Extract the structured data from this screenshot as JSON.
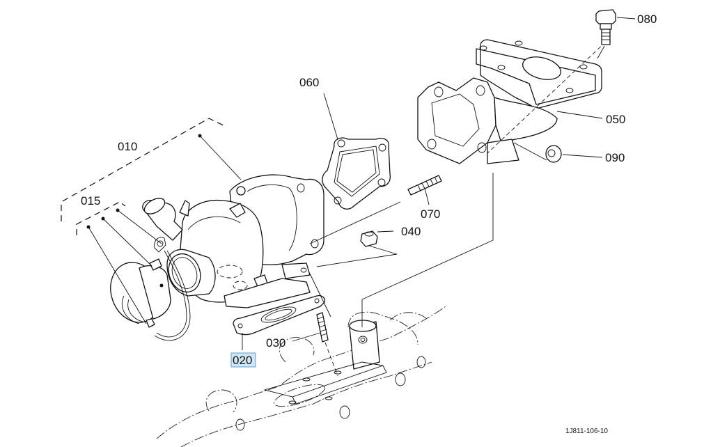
{
  "diagram": {
    "type": "exploded-parts-diagram",
    "subject": "turbocharger assembly",
    "reference_code": "1J811-106-10",
    "selected_callout": "020",
    "selection_color": "#cfe6f7",
    "callouts": [
      {
        "id": "010",
        "label": "010",
        "group": true
      },
      {
        "id": "015",
        "label": "015",
        "group": true
      },
      {
        "id": "020",
        "label": "020",
        "selected": true
      },
      {
        "id": "030",
        "label": "030"
      },
      {
        "id": "040",
        "label": "040"
      },
      {
        "id": "050",
        "label": "050"
      },
      {
        "id": "060",
        "label": "060"
      },
      {
        "id": "070",
        "label": "070"
      },
      {
        "id": "080",
        "label": "080"
      },
      {
        "id": "090",
        "label": "090"
      }
    ]
  }
}
